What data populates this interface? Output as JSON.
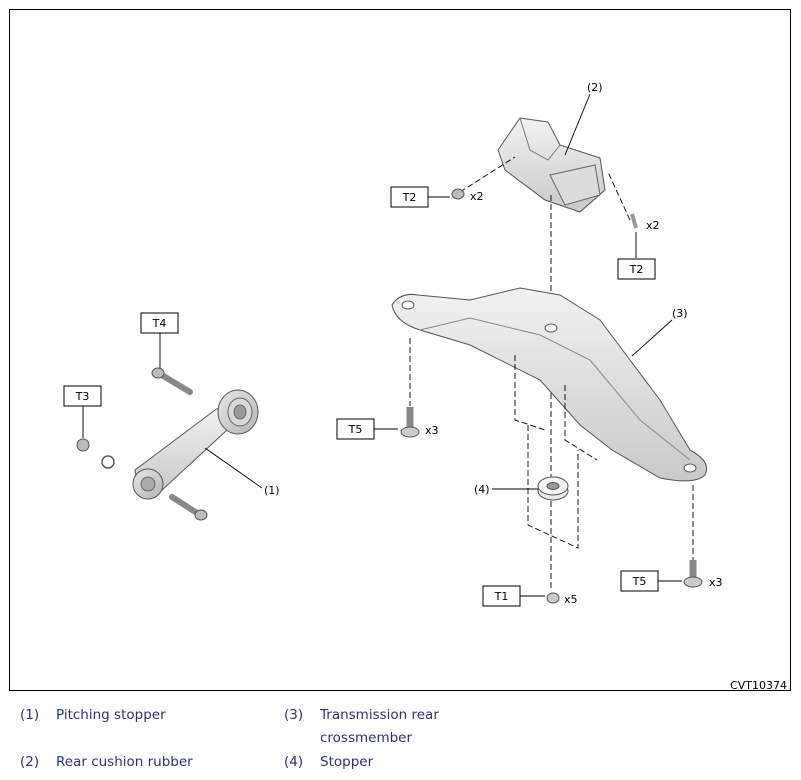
{
  "diagram": {
    "figure_id": "CVT10374",
    "torque_labels": [
      "T1",
      "T2",
      "T2",
      "T3",
      "T4",
      "T5",
      "T5"
    ],
    "quantity_labels": [
      "x2",
      "x2",
      "x3",
      "x3",
      "x5"
    ],
    "callouts": [
      "(1)",
      "(2)",
      "(3)",
      "(4)"
    ]
  },
  "legend": [
    {
      "num": "(1)",
      "text": "Pitching stopper"
    },
    {
      "num": "(2)",
      "text": "Rear cushion rubber"
    },
    {
      "num": "(3)",
      "text": "Transmission rear crossmember"
    },
    {
      "num": "(4)",
      "text": "Stopper"
    }
  ]
}
